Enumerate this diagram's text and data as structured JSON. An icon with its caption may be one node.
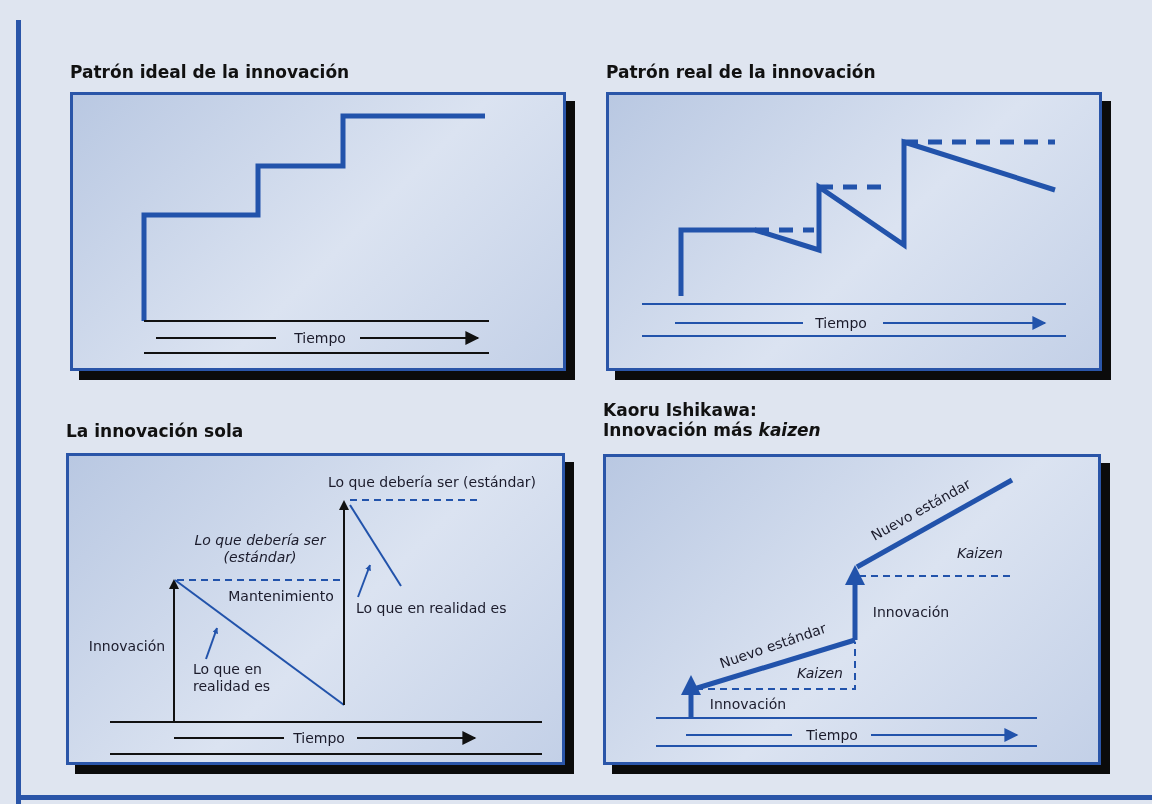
{
  "diagram": {
    "nodes": [
      {
        "text": [
          "Patrón ideal de la innovación"
        ]
      },
      {
        "text": [
          "Patrón real de la innovación"
        ]
      },
      {
        "text": [
          "La innovación sola"
        ]
      },
      {
        "text": [
          "Kaoru Ishikawa: Innovación más *kaizen*"
        ]
      },
      {
        "text": [
          "Lo que en realidad es"
        ],
        "in": 2
      },
      {
        "text": [
          "Lo que en realidad es"
        ],
        "in": 2
      }
    ],
    "edges": [
      {
        "from": 4,
        "to": null,
        "arrow": "to"
      },
      {
        "from": 5,
        "to": null,
        "arrow": "to"
      }
    ],
    "labels": [
      "Tiempo",
      "Tiempo",
      "Lo que debería ser (estándar)",
      "Lo que debería ser (estándar)",
      "Mantenimiento",
      "Innovación",
      "Tiempo",
      "Nuevo estándar",
      "Kaizen",
      "Innovación",
      "Nuevo estándar",
      "Kaizen",
      "Innovación",
      "Tiempo"
    ]
  }
}
